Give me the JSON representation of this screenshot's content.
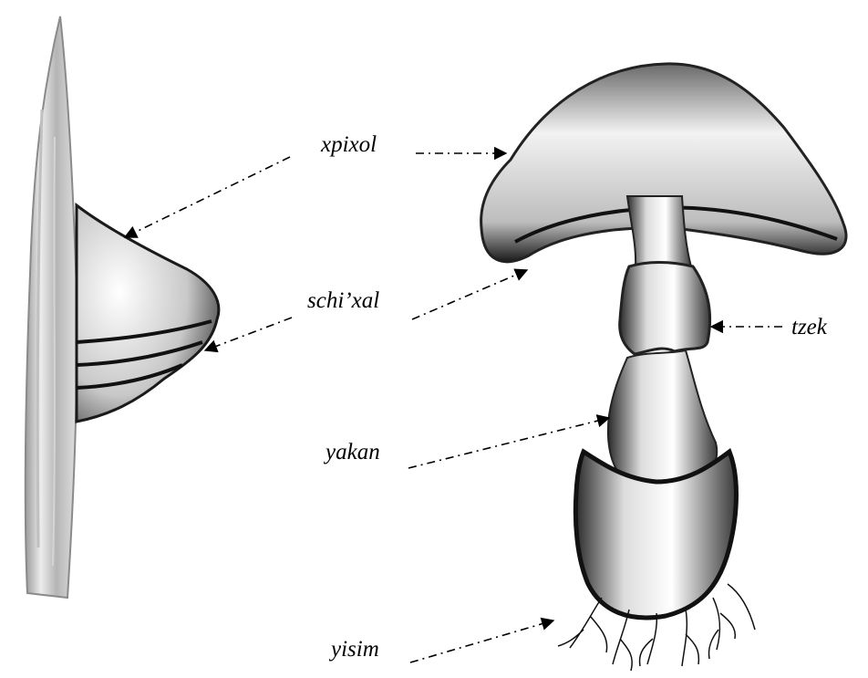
{
  "labels": {
    "xpixol": "xpixol",
    "schixal": "schi’xal",
    "tzek": "tzek",
    "yakan": "yakan",
    "yisim": "yisim"
  }
}
